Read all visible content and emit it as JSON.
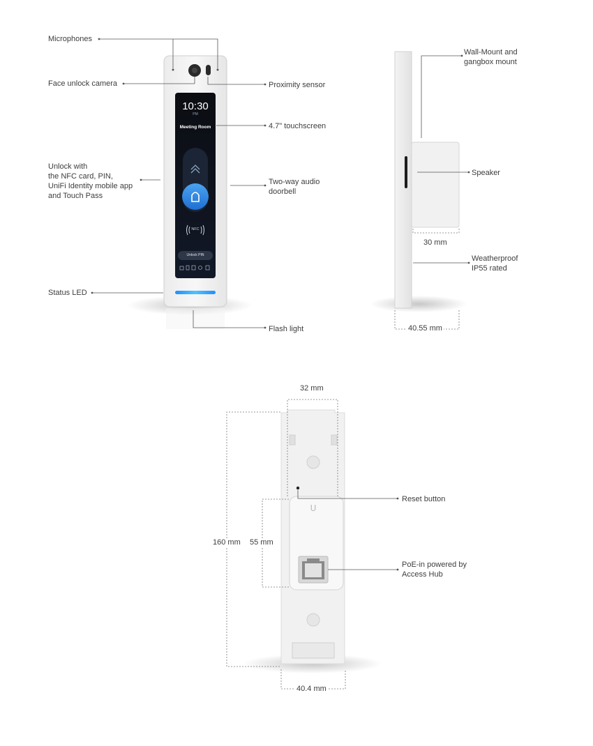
{
  "front_view": {
    "labels": {
      "microphones": "Microphones",
      "face_camera": "Face unlock camera",
      "unlock_methods": [
        "Unlock with",
        "the NFC card, PIN,",
        "UniFi Identity mobile app",
        "and Touch Pass"
      ],
      "status_led": "Status LED",
      "proximity_sensor": "Proximity sensor",
      "touchscreen": "4.7\" touchscreen",
      "audio_doorbell": [
        "Two-way audio",
        "doorbell"
      ],
      "flash_light": "Flash light"
    },
    "screen": {
      "time": "10:30",
      "ampm": "PM",
      "room": "Meeting Room",
      "nfc": "NFC",
      "pin_button": "Unlock PIN"
    }
  },
  "side_view": {
    "labels": {
      "wall_mount": [
        "Wall-Mount and",
        "gangbox mount"
      ],
      "speaker": "Speaker",
      "weatherproof": [
        "Weatherproof",
        "IP55 rated"
      ]
    },
    "dimensions": {
      "depth_module": "30 mm",
      "depth_total": "40.55 mm"
    }
  },
  "back_view": {
    "labels": {
      "reset_button": "Reset button",
      "poe": [
        "PoE-in powered by",
        "Access Hub"
      ]
    },
    "dimensions": {
      "top_width": "32 mm",
      "height_total": "160 mm",
      "height_module": "55 mm",
      "bottom_width": "40.4 mm"
    }
  }
}
